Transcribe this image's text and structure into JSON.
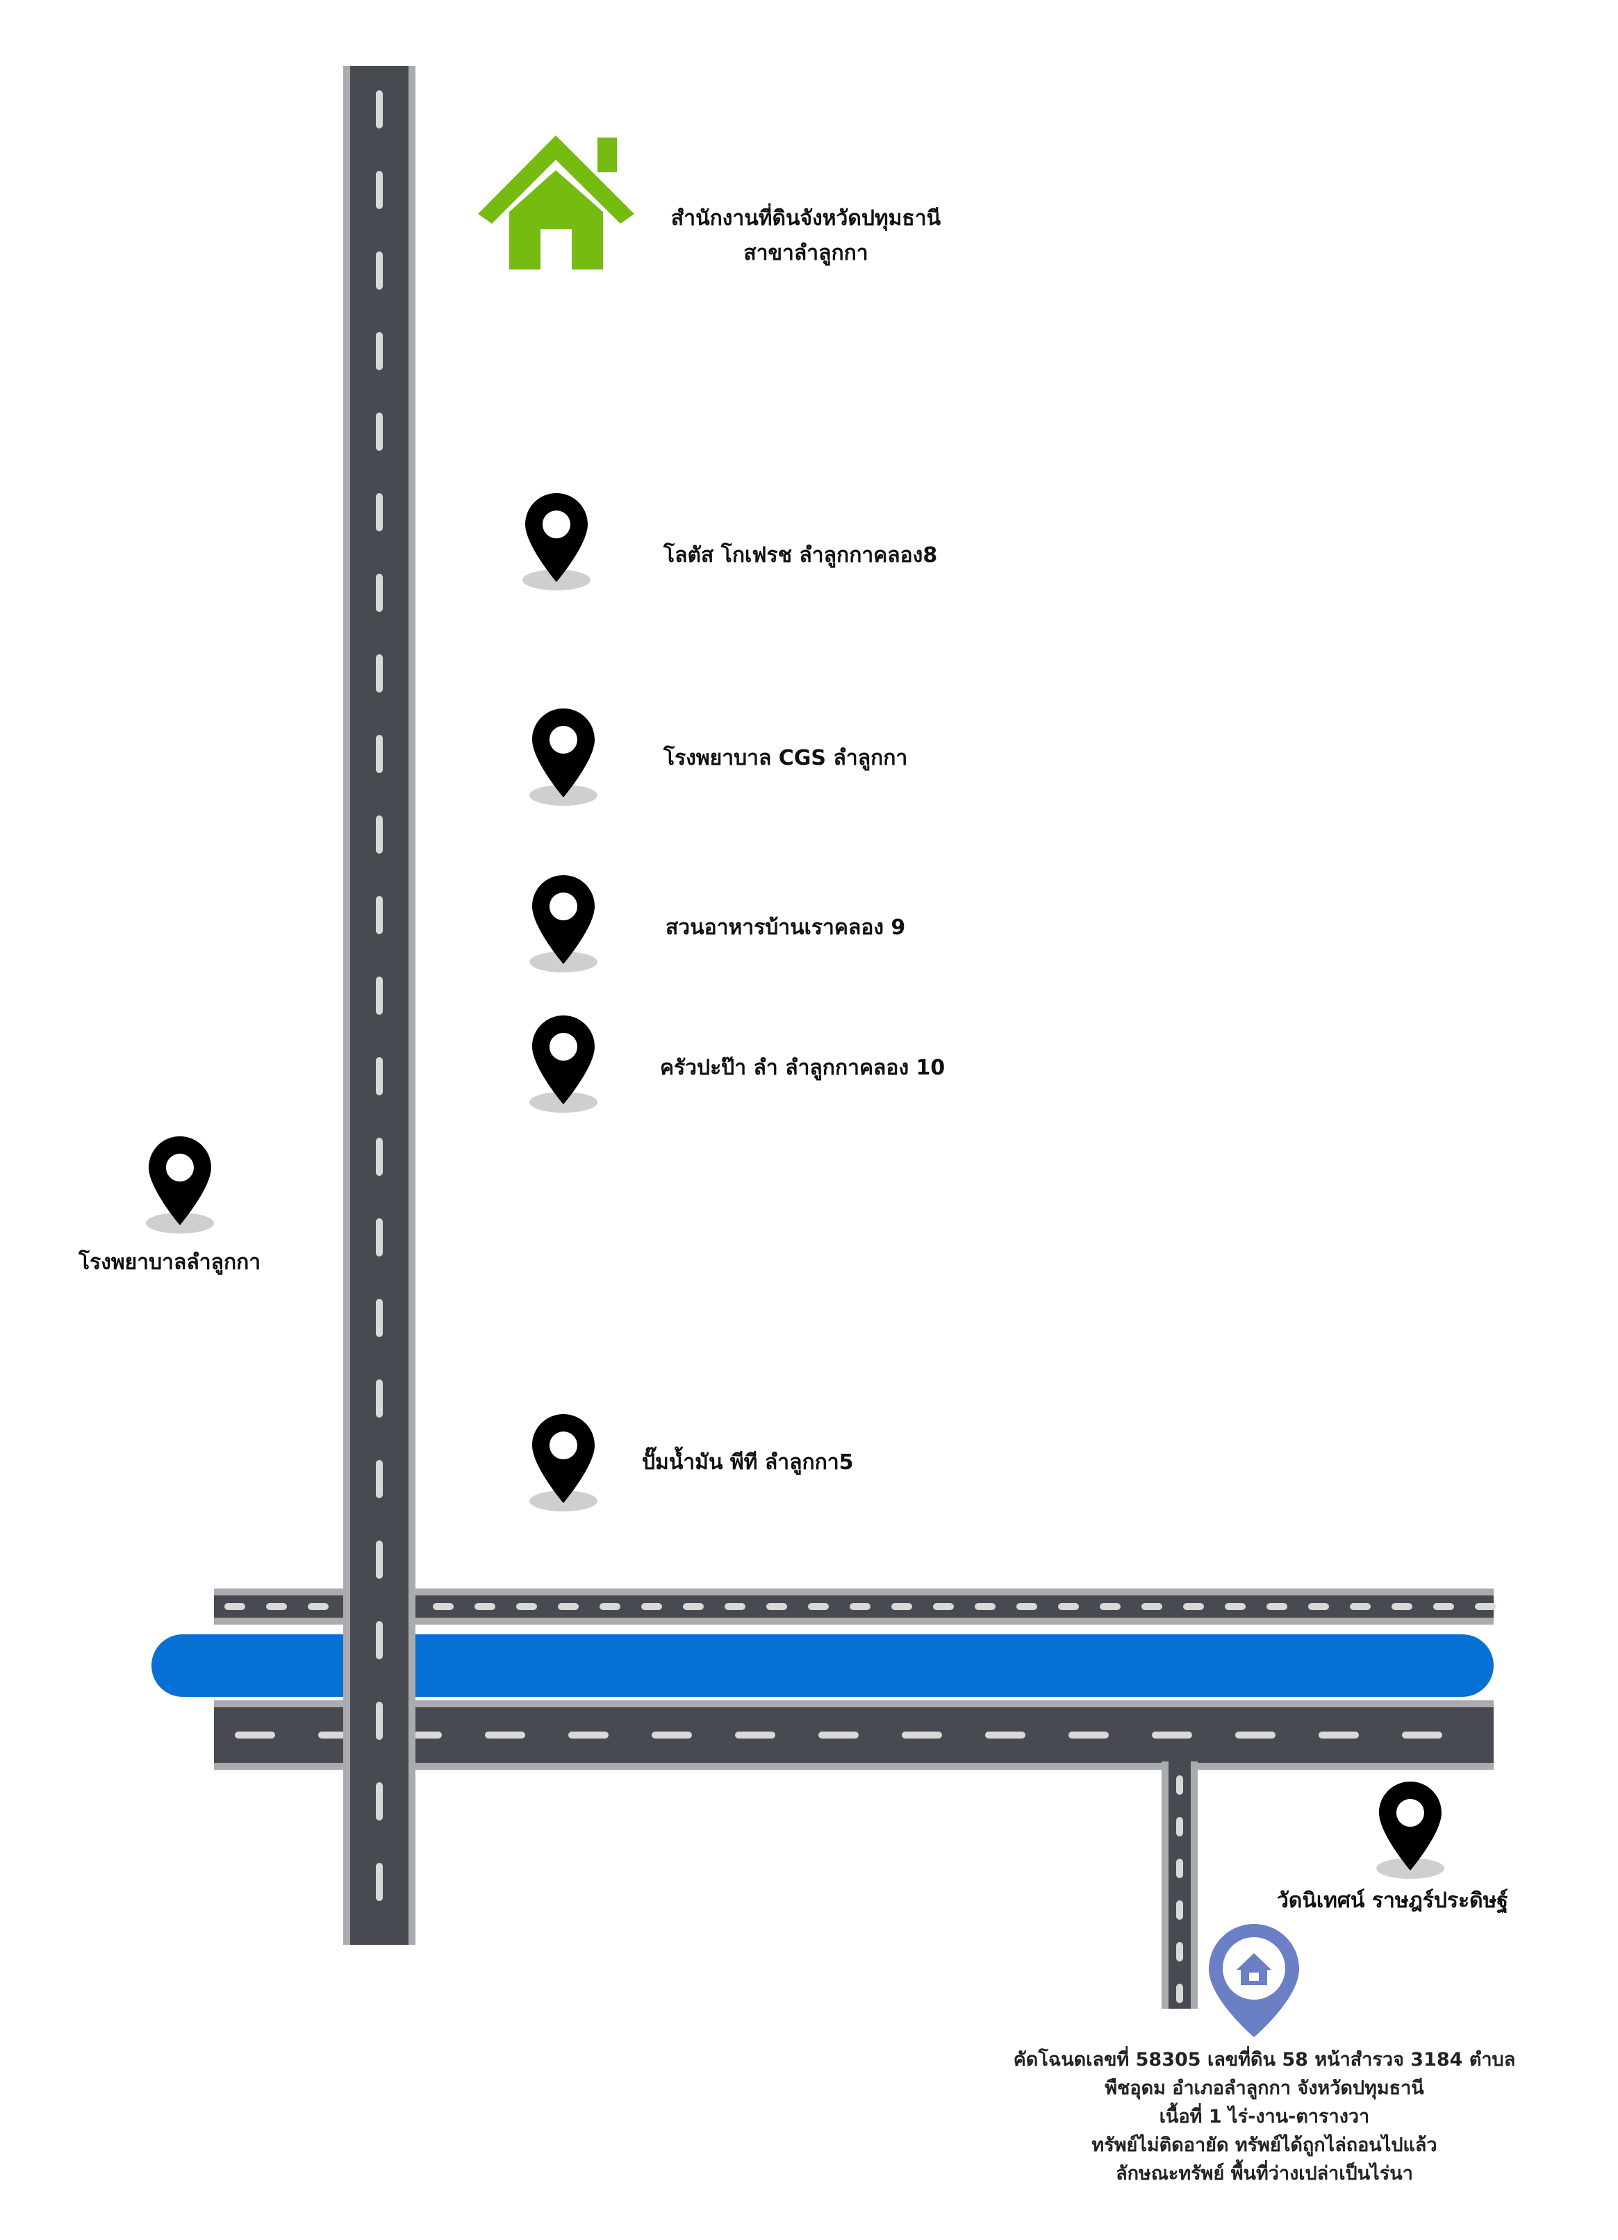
{
  "landmarks": {
    "land_office": {
      "line1": "สำนักงานที่ดินจังหวัดปทุมธานี",
      "line2": "สาขาลำลูกกา",
      "icon": "house-icon",
      "color": "#76bb11"
    },
    "lotus": {
      "label": "โลตัส โกเฟรช ลำลูกกาคลอง8",
      "icon": "map-pin-icon"
    },
    "cgs_hospital": {
      "label": "โรงพยาบาล CGS ลำลูกกา",
      "icon": "map-pin-icon"
    },
    "restaurant": {
      "label": "สวนอาหารบ้านเราคลอง 9",
      "icon": "map-pin-icon"
    },
    "kitchen": {
      "label": "ครัวปะป๊า ลำ ลำลูกกาคลอง 10",
      "icon": "map-pin-icon"
    },
    "lamlukka_hospital": {
      "label": "โรงพยาบาลลำลูกกา",
      "icon": "map-pin-icon"
    },
    "gas_station": {
      "label": "ปั๊มน้ำมัน พีที ลำลูกกา5",
      "icon": "map-pin-icon"
    },
    "temple": {
      "label": "วัดนิเทศน์ ราษฎร์ประดิษฐ์",
      "icon": "map-pin-icon"
    }
  },
  "property": {
    "icon": "home-pin-icon",
    "color": "#6a7fc4",
    "lines": [
      "คัดโฉนดเลขที่ 58305 เลขที่ดิน 58 หน้าสำรวจ 3184 ตำบล",
      "พืชอุดม อำเภอลำลูกกา จังหวัดปทุมธานี",
      "เนื้อที่ 1 ไร่-งาน-ตารางวา",
      "ทรัพย์ไม่ติดอายัด ทรัพย์ได้ถูกไล่ถอนไปแล้ว",
      "ลักษณะทรัพย์ พื้นที่ว่างเปล่าเป็นไร่นา"
    ]
  },
  "colors": {
    "road": "#474b51",
    "road_edge": "#a9abaf",
    "canal": "#0670d4",
    "pin": "#000000"
  }
}
